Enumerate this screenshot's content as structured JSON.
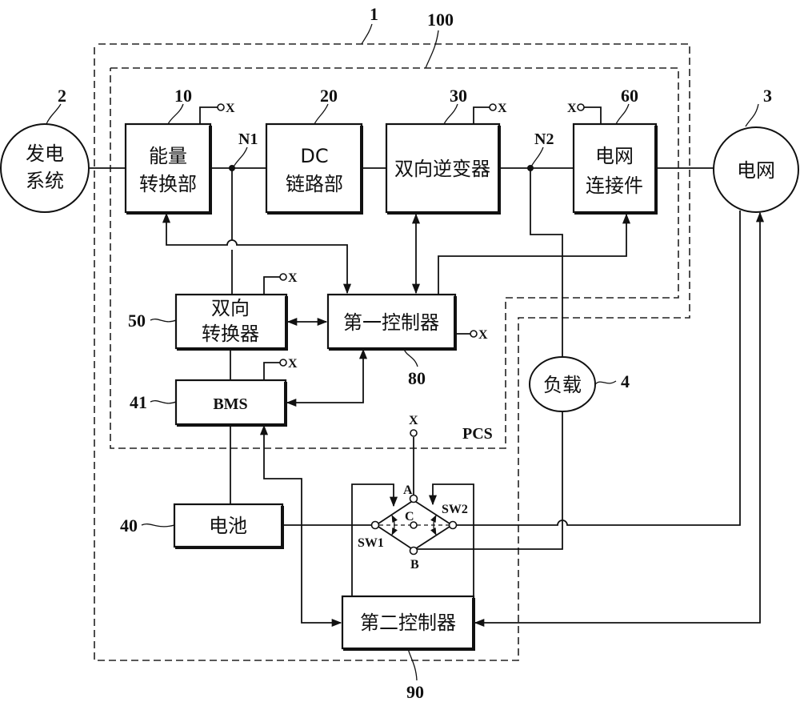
{
  "diagram": {
    "title": "Energy storage system block diagram",
    "system_refs": {
      "outer_system": "1",
      "pcs": "100",
      "pcs_label": "PCS"
    },
    "external": {
      "generation": {
        "ref": "2",
        "label_line1": "发电",
        "label_line2": "系统"
      },
      "grid": {
        "ref": "3",
        "label": "电网"
      },
      "load": {
        "ref": "4",
        "label": "负载"
      }
    },
    "blocks": {
      "energy_converter": {
        "ref": "10",
        "line1": "能量",
        "line2": "转换部"
      },
      "dc_link": {
        "ref": "20",
        "line1": "DC",
        "line2": "链路部"
      },
      "bidirectional_inverter": {
        "ref": "30",
        "label": "双向逆变器"
      },
      "grid_connector": {
        "ref": "60",
        "line1": "电网",
        "line2": "连接件"
      },
      "bidirectional_converter": {
        "ref": "50",
        "line1": "双向",
        "line2": "转换器"
      },
      "first_controller": {
        "ref": "80",
        "label": "第一控制器"
      },
      "bms": {
        "ref": "41",
        "label": "BMS"
      },
      "battery": {
        "ref": "40",
        "label": "电池"
      },
      "second_controller": {
        "ref": "90",
        "label": "第二控制器"
      }
    },
    "nodes": {
      "n1": "N1",
      "n2": "N2"
    },
    "switch": {
      "sw1": "SW1",
      "sw2": "SW2",
      "a": "A",
      "b": "B",
      "c": "C"
    },
    "terminal_label": "X"
  }
}
